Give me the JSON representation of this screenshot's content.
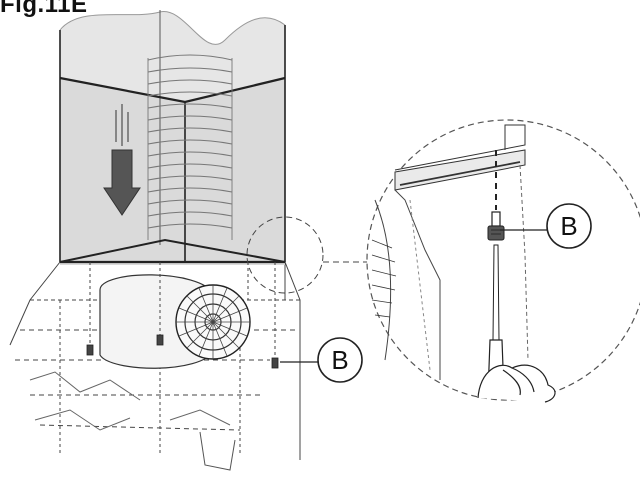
{
  "figure": {
    "title": "Fig.11E",
    "callouts": [
      {
        "id": "main",
        "label": "B"
      },
      {
        "id": "detail",
        "label": "B"
      }
    ]
  },
  "colors": {
    "line": "#222222",
    "panel_fill": "#d6d6d6",
    "arrow_fill": "#555555",
    "detail_circle": "#555555"
  }
}
